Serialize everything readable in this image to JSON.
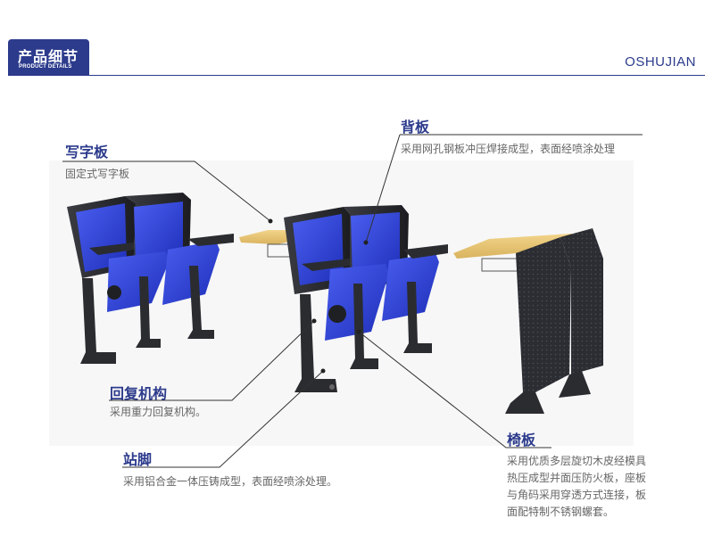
{
  "header": {
    "title_cn": "产品细节",
    "title_en": "PRODUCT DETAILS",
    "brand": "OSHUJIAN"
  },
  "labels": {
    "writing_board": {
      "title": "写字板",
      "desc": "固定式写字板"
    },
    "back_board": {
      "title": "背板",
      "desc": "采用网孔钢板冲压焊接成型，表面经喷涂处理"
    },
    "return_mechanism": {
      "title": "回复机构",
      "desc": "采用重力回复机构。"
    },
    "foot": {
      "title": "站脚",
      "desc": "采用铝合金一体压铸成型，表面经喷涂处理。"
    },
    "seat_board": {
      "title": "椅板",
      "desc_lines": [
        "采用优质多层旋切木皮经模具",
        "热压成型并面压防火板，座板",
        "与角码采用穿透方式连接，板",
        "面配特制不锈钢螺套。"
      ]
    }
  },
  "colors": {
    "accent": "#2c3b8c",
    "seat_blue": "#2b3fd6",
    "frame_dark": "#2a2c30",
    "desk_wood": "#e8c87a"
  }
}
